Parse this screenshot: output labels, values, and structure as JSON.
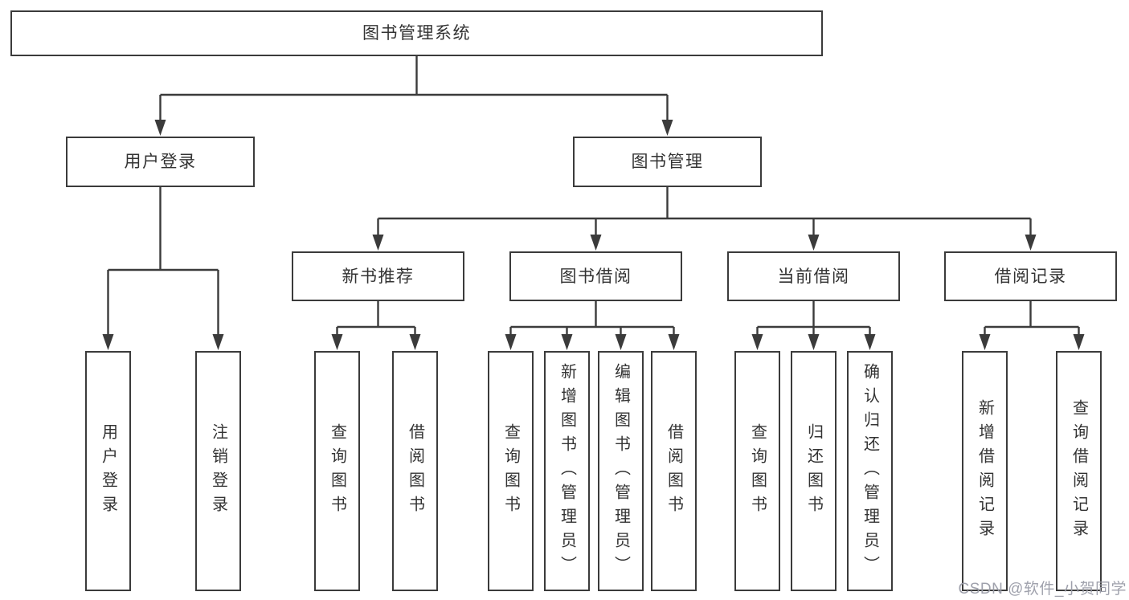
{
  "diagram": {
    "watermark": "CSDN @软件_小贺同学",
    "colors": {
      "line": "#3b3b3b",
      "box_border": "#3b3b3b",
      "box_background": "#ffffff",
      "text": "#333333",
      "watermark_text": "#9a9ca8",
      "page_background": "#ffffff"
    },
    "nodes": {
      "root": "图书管理系统",
      "user_login": "用户登录",
      "book_mgmt": "图书管理",
      "new_book_rec": "新书推荐",
      "book_borrow": "图书借阅",
      "current_borrow": "当前借阅",
      "borrow_record": "借阅记录",
      "login_user": "用户登录",
      "login_logout": "注销登录",
      "rec_query": "查询图书",
      "rec_borrow": "借阅图书",
      "bb_query": "查询图书",
      "bb_add": "新增图书（管理员）",
      "bb_edit": "编辑图书（管理员）",
      "bb_borrow": "借阅图书",
      "cb_query": "查询图书",
      "cb_return": "归还图书",
      "cb_confirm": "确认归还（管理员）",
      "br_add": "新增借阅记录",
      "br_query": "查询借阅记录"
    },
    "hierarchy": {
      "图书管理系统": [
        "用户登录",
        "图书管理"
      ],
      "用户登录": [
        "用户登录",
        "注销登录"
      ],
      "图书管理": [
        "新书推荐",
        "图书借阅",
        "当前借阅",
        "借阅记录"
      ],
      "新书推荐": [
        "查询图书",
        "借阅图书"
      ],
      "图书借阅": [
        "查询图书",
        "新增图书（管理员）",
        "编辑图书（管理员）",
        "借阅图书"
      ],
      "当前借阅": [
        "查询图书",
        "归还图书",
        "确认归还（管理员）"
      ],
      "借阅记录": [
        "新增借阅记录",
        "查询借阅记录"
      ]
    }
  }
}
